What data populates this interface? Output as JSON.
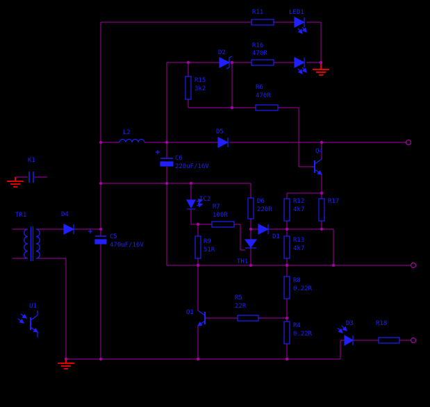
{
  "colors": {
    "background": "#000000",
    "wire": "#a800a8",
    "component": "#2020ff",
    "ground": "#ff0000"
  },
  "components": {
    "r11": {
      "name": "R11"
    },
    "led1": {
      "name": "LED1"
    },
    "r16": {
      "name": "R16",
      "value": "470R"
    },
    "d2": {
      "name": "D2"
    },
    "r15": {
      "name": "R15",
      "value": "3k2"
    },
    "r6": {
      "name": "R6",
      "value": "470R"
    },
    "l2": {
      "name": "L2"
    },
    "d5": {
      "name": "D5"
    },
    "c6": {
      "name": "C6",
      "value": "220uF/16V"
    },
    "q4": {
      "name": "Q4"
    },
    "k1": {
      "name": "K1"
    },
    "tr1": {
      "name": "TR1"
    },
    "d4": {
      "name": "D4"
    },
    "c5": {
      "name": "C5",
      "value": "470uF/16V"
    },
    "ic2": {
      "name": "IC2"
    },
    "r7": {
      "name": "R7",
      "value": "100R"
    },
    "d6": {
      "name": "D6",
      "value": "220R"
    },
    "r12": {
      "name": "R12",
      "value": "4k7"
    },
    "r17": {
      "name": "R17"
    },
    "d1": {
      "name": "D1"
    },
    "th1": {
      "name": "TH1"
    },
    "r9": {
      "name": "R9",
      "value": "51R"
    },
    "r13": {
      "name": "R13",
      "value": "4k7"
    },
    "r8": {
      "name": "R8",
      "value": "0.22R"
    },
    "r5": {
      "name": "R5",
      "value": "22R"
    },
    "q1": {
      "name": "Q1"
    },
    "r4": {
      "name": "R4",
      "value": "0.22R"
    },
    "d3": {
      "name": "D3"
    },
    "r18": {
      "name": "R18"
    },
    "u1": {
      "name": "U1"
    }
  }
}
